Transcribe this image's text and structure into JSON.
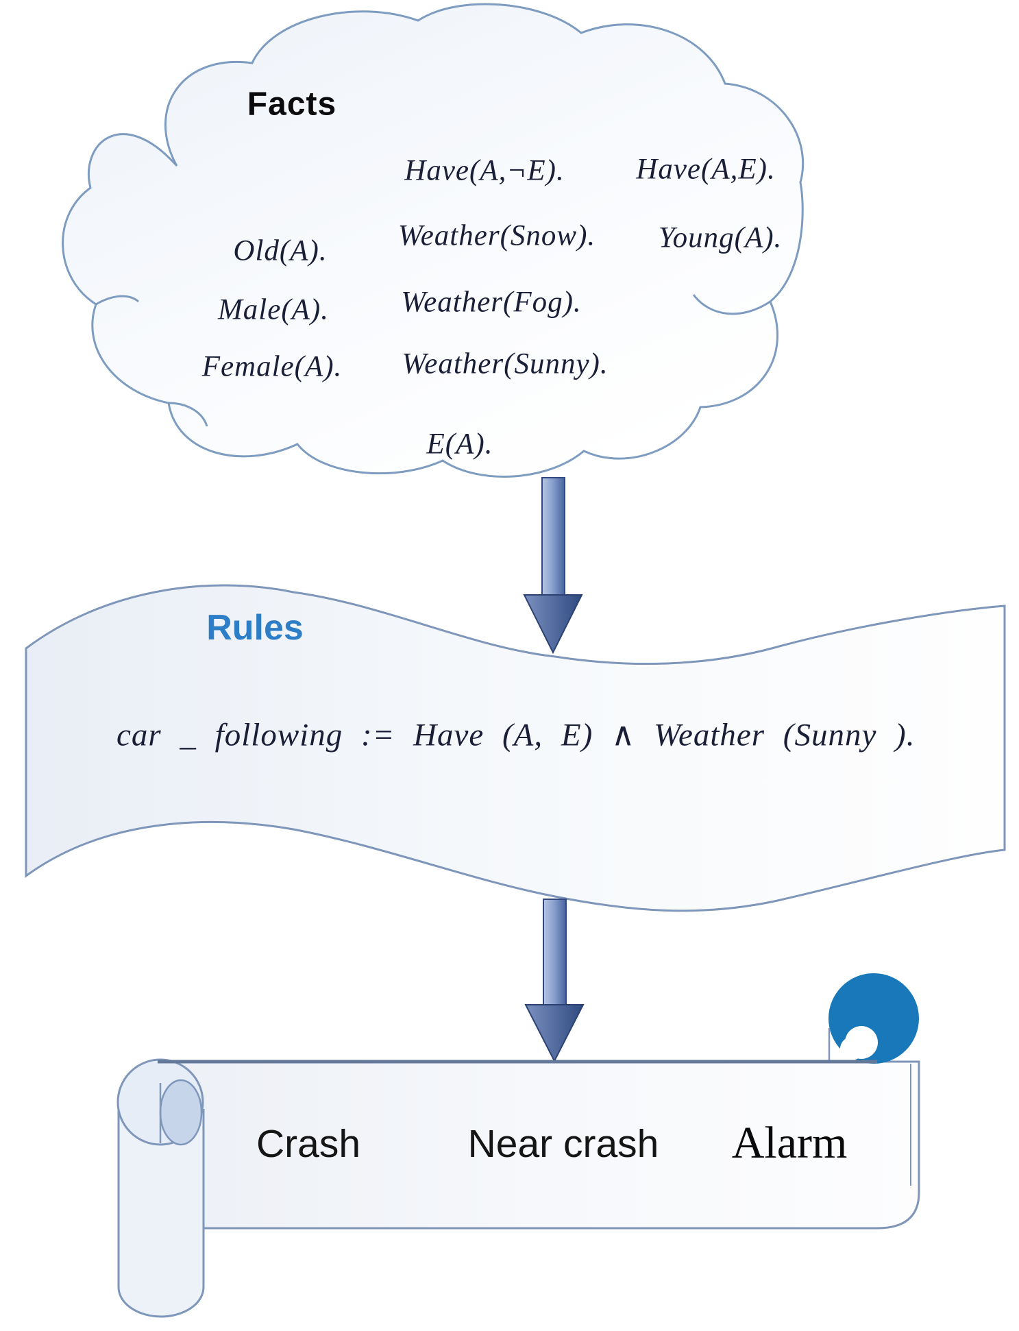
{
  "cloud": {
    "title": "Facts",
    "facts": [
      "Have(A,¬E).",
      "Have(A,E).",
      "Old(A).",
      "Weather(Snow).",
      "Young(A).",
      "Male(A).",
      "Weather(Fog).",
      "Female(A).",
      "Weather(Sunny).",
      "E(A)."
    ]
  },
  "rules": {
    "title": "Rules",
    "formula": "car _ following := Have (A, E) ∧ Weather (Sunny )."
  },
  "outputs": {
    "labels": [
      "Crash",
      "Near crash",
      "Alarm"
    ]
  },
  "icons": {
    "arrow_1": "down-arrow",
    "arrow_2": "down-arrow",
    "scroll_curl": "scroll-curl"
  },
  "colors": {
    "rules_title_blue": "#2d7ec6",
    "curl_blue": "#1878ba",
    "shape_stroke": "#7e96ba",
    "scroll_top_line": "#64799a",
    "arrow_light": "#b7c5e2",
    "arrow_dark": "#47639f",
    "text_dark": "#1a1f38"
  }
}
